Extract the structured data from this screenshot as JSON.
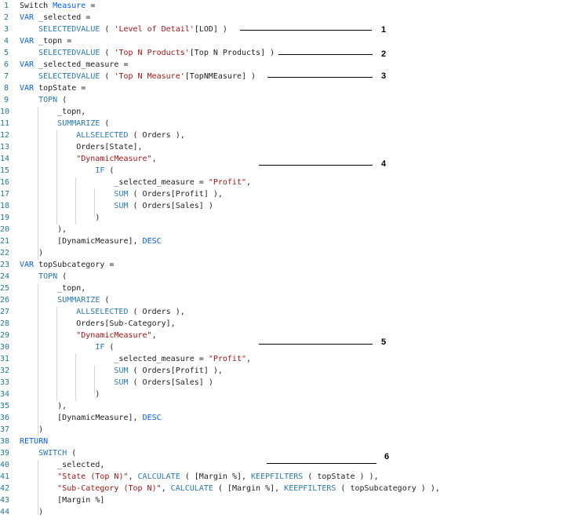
{
  "editor": {
    "lines": [
      {
        "n": "1",
        "segs": [
          [
            "t",
            "Switch "
          ],
          [
            "kw",
            "Measure"
          ],
          [
            "t",
            " ="
          ]
        ]
      },
      {
        "n": "2",
        "segs": [
          [
            "kw",
            "VAR"
          ],
          [
            "t",
            " _selected ="
          ]
        ]
      },
      {
        "n": "3",
        "segs": [
          [
            "t",
            "    "
          ],
          [
            "fn",
            "SELECTEDVALUE"
          ],
          [
            "t",
            " ( "
          ],
          [
            "str",
            "'Level of Detail'"
          ],
          [
            "t",
            "[LOD] )"
          ]
        ]
      },
      {
        "n": "4",
        "segs": [
          [
            "kw",
            "VAR"
          ],
          [
            "t",
            " _topn ="
          ]
        ]
      },
      {
        "n": "5",
        "segs": [
          [
            "t",
            "    "
          ],
          [
            "fn",
            "SELECTEDVALUE"
          ],
          [
            "t",
            " ( "
          ],
          [
            "str",
            "'Top N Products'"
          ],
          [
            "t",
            "[Top N Products] )"
          ]
        ]
      },
      {
        "n": "6",
        "segs": [
          [
            "kw",
            "VAR"
          ],
          [
            "t",
            " _selected_measure ="
          ]
        ]
      },
      {
        "n": "7",
        "segs": [
          [
            "t",
            "    "
          ],
          [
            "fn",
            "SELECTEDVALUE"
          ],
          [
            "t",
            " ( "
          ],
          [
            "str",
            "'Top N Measure'"
          ],
          [
            "t",
            "[TopNMEasure] )"
          ]
        ]
      },
      {
        "n": "8",
        "segs": [
          [
            "kw",
            "VAR"
          ],
          [
            "t",
            " topState ="
          ]
        ]
      },
      {
        "n": "9",
        "segs": [
          [
            "t",
            "    "
          ],
          [
            "fn",
            "TOPN"
          ],
          [
            "t",
            " ("
          ]
        ]
      },
      {
        "n": "10",
        "segs": [
          [
            "t",
            "        _topn,"
          ]
        ]
      },
      {
        "n": "11",
        "segs": [
          [
            "t",
            "        "
          ],
          [
            "fn",
            "SUMMARIZE"
          ],
          [
            "t",
            " ("
          ]
        ]
      },
      {
        "n": "12",
        "segs": [
          [
            "t",
            "            "
          ],
          [
            "fn",
            "ALLSELECTED"
          ],
          [
            "t",
            " ( Orders ),"
          ]
        ]
      },
      {
        "n": "13",
        "segs": [
          [
            "t",
            "            Orders[State],"
          ]
        ]
      },
      {
        "n": "14",
        "segs": [
          [
            "t",
            "            "
          ],
          [
            "str",
            "\"DynamicMeasure\""
          ],
          [
            "t",
            ","
          ]
        ]
      },
      {
        "n": "15",
        "segs": [
          [
            "t",
            "                "
          ],
          [
            "fn",
            "IF"
          ],
          [
            "t",
            " ("
          ]
        ]
      },
      {
        "n": "16",
        "segs": [
          [
            "t",
            "                    _selected_measure = "
          ],
          [
            "str",
            "\"Profit\""
          ],
          [
            "t",
            ","
          ]
        ]
      },
      {
        "n": "17",
        "segs": [
          [
            "t",
            "                    "
          ],
          [
            "fn",
            "SUM"
          ],
          [
            "t",
            " ( Orders[Profit] ),"
          ]
        ]
      },
      {
        "n": "18",
        "segs": [
          [
            "t",
            "                    "
          ],
          [
            "fn",
            "SUM"
          ],
          [
            "t",
            " ( Orders[Sales] )"
          ]
        ]
      },
      {
        "n": "19",
        "segs": [
          [
            "t",
            "                )"
          ]
        ]
      },
      {
        "n": "20",
        "segs": [
          [
            "t",
            "        ),"
          ]
        ]
      },
      {
        "n": "21",
        "segs": [
          [
            "t",
            "        [DynamicMeasure], "
          ],
          [
            "kw",
            "DESC"
          ]
        ]
      },
      {
        "n": "22",
        "segs": [
          [
            "t",
            "    )"
          ]
        ]
      },
      {
        "n": "23",
        "segs": [
          [
            "kw",
            "VAR"
          ],
          [
            "t",
            " topSubcategory ="
          ]
        ]
      },
      {
        "n": "24",
        "segs": [
          [
            "t",
            "    "
          ],
          [
            "fn",
            "TOPN"
          ],
          [
            "t",
            " ("
          ]
        ]
      },
      {
        "n": "25",
        "segs": [
          [
            "t",
            "        _topn,"
          ]
        ]
      },
      {
        "n": "26",
        "segs": [
          [
            "t",
            "        "
          ],
          [
            "fn",
            "SUMMARIZE"
          ],
          [
            "t",
            " ("
          ]
        ]
      },
      {
        "n": "27",
        "segs": [
          [
            "t",
            "            "
          ],
          [
            "fn",
            "ALLSELECTED"
          ],
          [
            "t",
            " ( Orders ),"
          ]
        ]
      },
      {
        "n": "28",
        "segs": [
          [
            "t",
            "            Orders[Sub-Category],"
          ]
        ]
      },
      {
        "n": "29",
        "segs": [
          [
            "t",
            "            "
          ],
          [
            "str",
            "\"DynamicMeasure\""
          ],
          [
            "t",
            ","
          ]
        ]
      },
      {
        "n": "30",
        "segs": [
          [
            "t",
            "                "
          ],
          [
            "fn",
            "IF"
          ],
          [
            "t",
            " ("
          ]
        ]
      },
      {
        "n": "31",
        "segs": [
          [
            "t",
            "                    _selected_measure = "
          ],
          [
            "str",
            "\"Profit\""
          ],
          [
            "t",
            ","
          ]
        ]
      },
      {
        "n": "32",
        "segs": [
          [
            "t",
            "                    "
          ],
          [
            "fn",
            "SUM"
          ],
          [
            "t",
            " ( Orders[Profit] ),"
          ]
        ]
      },
      {
        "n": "33",
        "segs": [
          [
            "t",
            "                    "
          ],
          [
            "fn",
            "SUM"
          ],
          [
            "t",
            " ( Orders[Sales] )"
          ]
        ]
      },
      {
        "n": "34",
        "segs": [
          [
            "t",
            "                )"
          ]
        ]
      },
      {
        "n": "35",
        "segs": [
          [
            "t",
            "        ),"
          ]
        ]
      },
      {
        "n": "36",
        "segs": [
          [
            "t",
            "        [DynamicMeasure], "
          ],
          [
            "kw",
            "DESC"
          ]
        ]
      },
      {
        "n": "37",
        "segs": [
          [
            "t",
            "    )"
          ]
        ]
      },
      {
        "n": "38",
        "segs": [
          [
            "kw",
            "RETURN"
          ]
        ]
      },
      {
        "n": "39",
        "segs": [
          [
            "t",
            "    "
          ],
          [
            "fn",
            "SWITCH"
          ],
          [
            "t",
            " ("
          ]
        ]
      },
      {
        "n": "40",
        "segs": [
          [
            "t",
            "        _selected,"
          ]
        ]
      },
      {
        "n": "41",
        "segs": [
          [
            "t",
            "        "
          ],
          [
            "str",
            "\"State (Top N)\""
          ],
          [
            "t",
            ", "
          ],
          [
            "fn",
            "CALCULATE"
          ],
          [
            "t",
            " ( [Margin %], "
          ],
          [
            "fn",
            "KEEPFILTERS"
          ],
          [
            "t",
            " ( topState ) ),"
          ]
        ]
      },
      {
        "n": "42",
        "segs": [
          [
            "t",
            "        "
          ],
          [
            "str",
            "\"Sub-Category (Top N)\""
          ],
          [
            "t",
            ", "
          ],
          [
            "fn",
            "CALCULATE"
          ],
          [
            "t",
            " ( [Margin %], "
          ],
          [
            "fn",
            "KEEPFILTERS"
          ],
          [
            "t",
            " ( topSubcategory ) ),"
          ]
        ]
      },
      {
        "n": "43",
        "segs": [
          [
            "t",
            "        [Margin %]"
          ]
        ]
      },
      {
        "n": "44",
        "segs": [
          [
            "t",
            "    )"
          ]
        ]
      }
    ]
  },
  "annotations": [
    "1",
    "2",
    "3",
    "4",
    "5",
    "6"
  ],
  "colors": {
    "keyword": "#035efc",
    "function": "#2a7ab0",
    "string": "#a31515",
    "line_number": "#237893"
  }
}
